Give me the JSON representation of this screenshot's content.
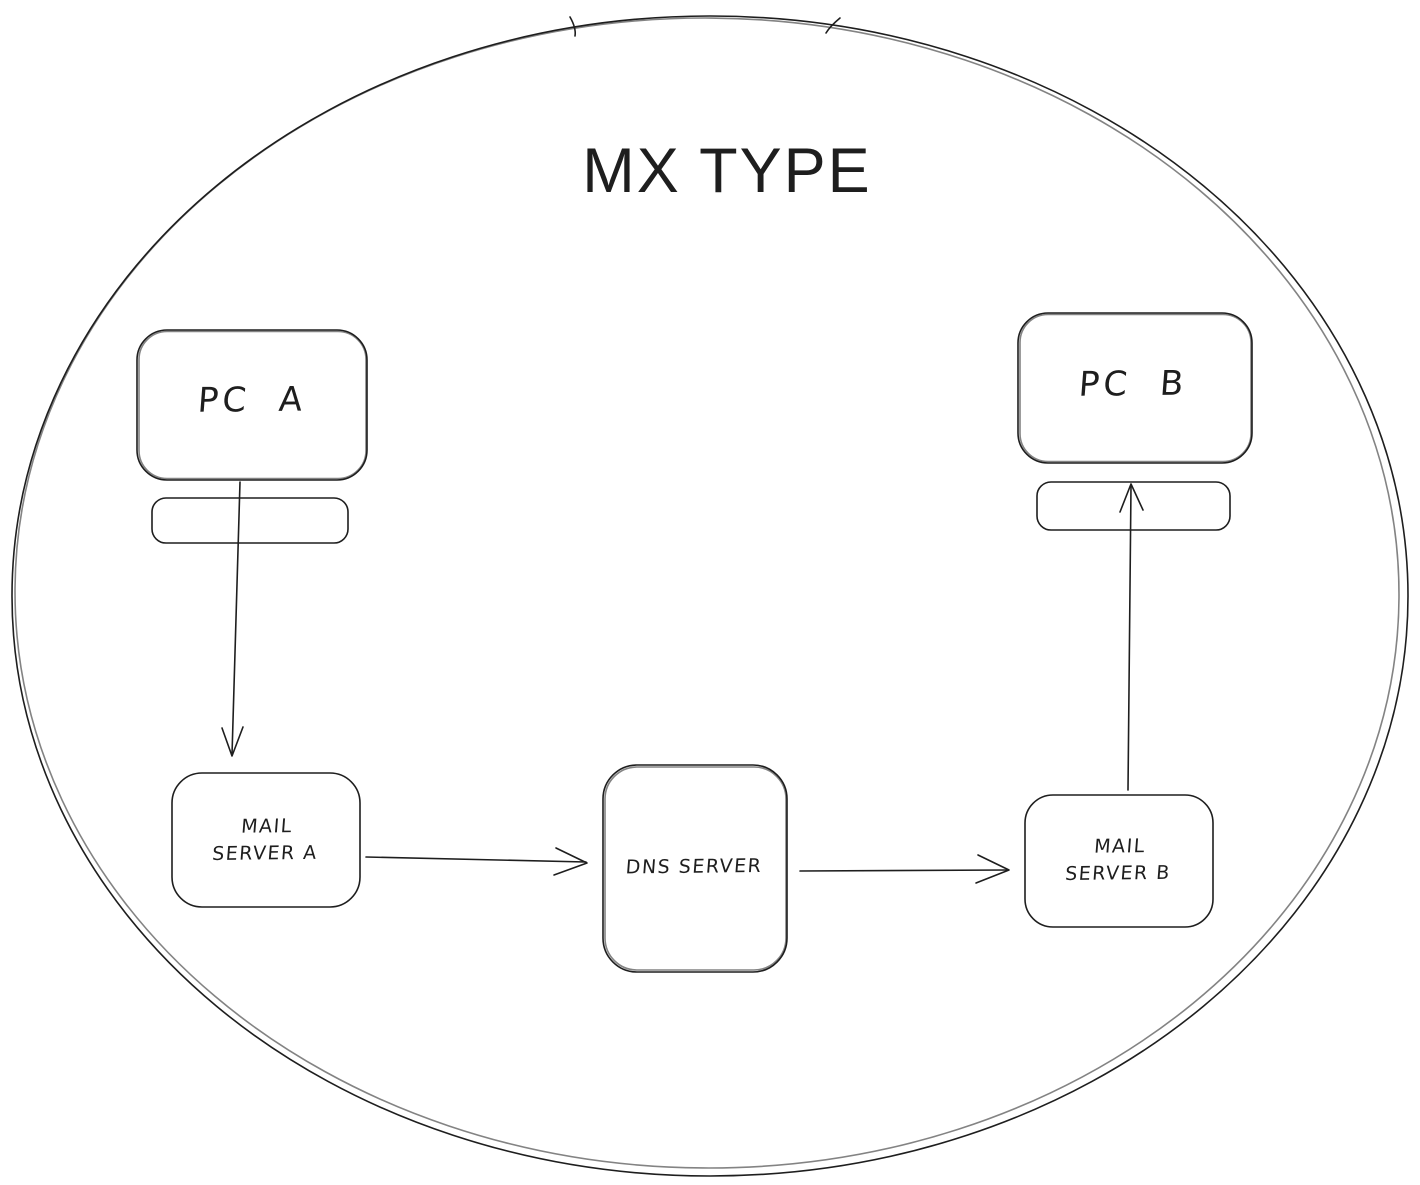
{
  "diagram": {
    "title": "MX TYPE",
    "nodes": {
      "pc_a": {
        "label": "PC A"
      },
      "pc_b": {
        "label": "PC B"
      },
      "mail_server_a": {
        "line1": "MAIL",
        "line2": "SERVER A"
      },
      "dns_server": {
        "label": "DNS SERVER"
      },
      "mail_server_b": {
        "line1": "MAIL",
        "line2": "SERVER B"
      }
    },
    "edges": [
      {
        "from": "PC A",
        "to": "MAIL SERVER A"
      },
      {
        "from": "MAIL SERVER A",
        "to": "DNS SERVER"
      },
      {
        "from": "DNS SERVER",
        "to": "MAIL SERVER B"
      },
      {
        "from": "MAIL SERVER B",
        "to": "PC B"
      }
    ],
    "colors": {
      "stroke": "#1e1e1e",
      "background": "#ffffff"
    }
  }
}
